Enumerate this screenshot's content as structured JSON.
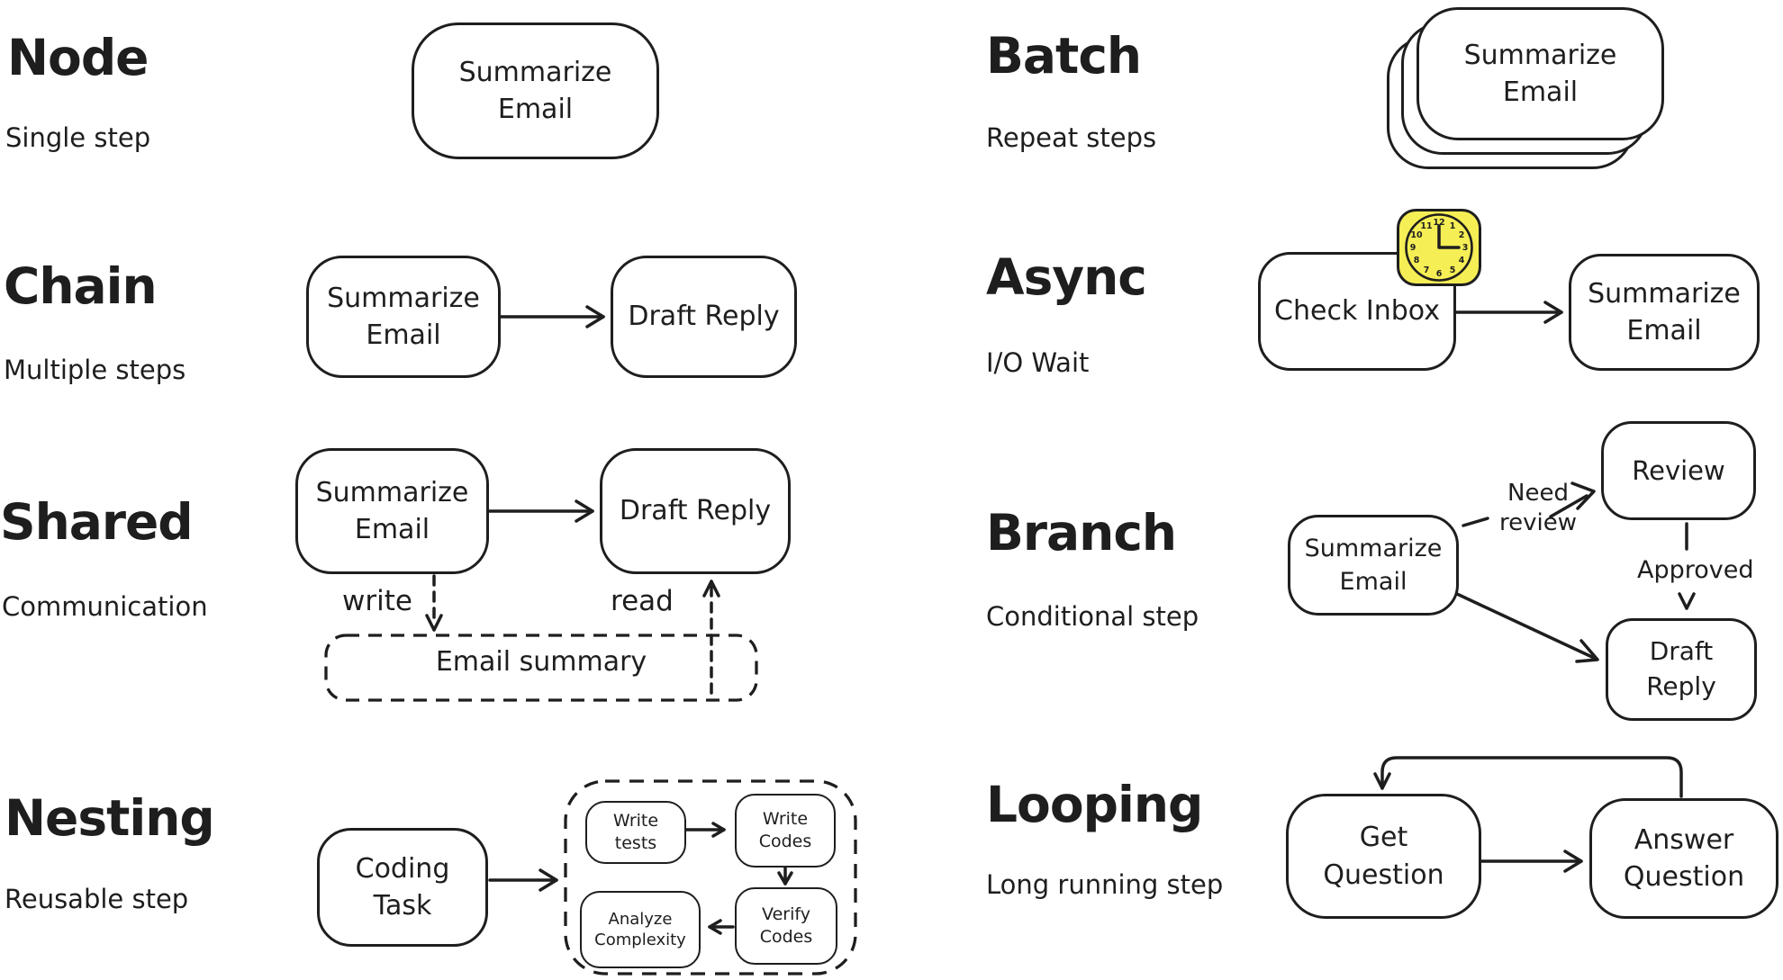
{
  "palette": {
    "ink": "#1e1e1e",
    "paper": "#ffffff",
    "clock_yellow": "#f6ee55"
  },
  "sections": {
    "node": {
      "title": "Node",
      "subtitle": "Single step",
      "box1": "Summarize Email"
    },
    "chain": {
      "title": "Chain",
      "subtitle": "Multiple steps",
      "box1": "Summarize Email",
      "box2": "Draft Reply"
    },
    "shared": {
      "title": "Shared",
      "subtitle": "Communication",
      "box1": "Summarize Email",
      "box2": "Draft Reply",
      "write_label": "write",
      "read_label": "read",
      "store": "Email summary"
    },
    "nesting": {
      "title": "Nesting",
      "subtitle": "Reusable step",
      "box1": "Coding Task",
      "inner1": "Write tests",
      "inner2": "Write Codes",
      "inner3": "Verify Codes",
      "inner4": "Analyze Complexity"
    },
    "batch": {
      "title": "Batch",
      "subtitle": "Repeat steps",
      "box1": "Summarize Email"
    },
    "async": {
      "title": "Async",
      "subtitle": "I/O Wait",
      "box1": "Check Inbox",
      "box2": "Summarize Email",
      "clock_numerals": [
        "12",
        "1",
        "2",
        "3",
        "4",
        "5",
        "6",
        "7",
        "8",
        "9",
        "10",
        "11"
      ]
    },
    "branch": {
      "title": "Branch",
      "subtitle": "Conditional step",
      "box1": "Summarize Email",
      "box2": "Review",
      "box3": "Draft Reply",
      "label_need_review": "Need review",
      "label_approved": "Approved"
    },
    "looping": {
      "title": "Looping",
      "subtitle": "Long running step",
      "box1": "Get Question",
      "box2": "Answer Question"
    }
  }
}
